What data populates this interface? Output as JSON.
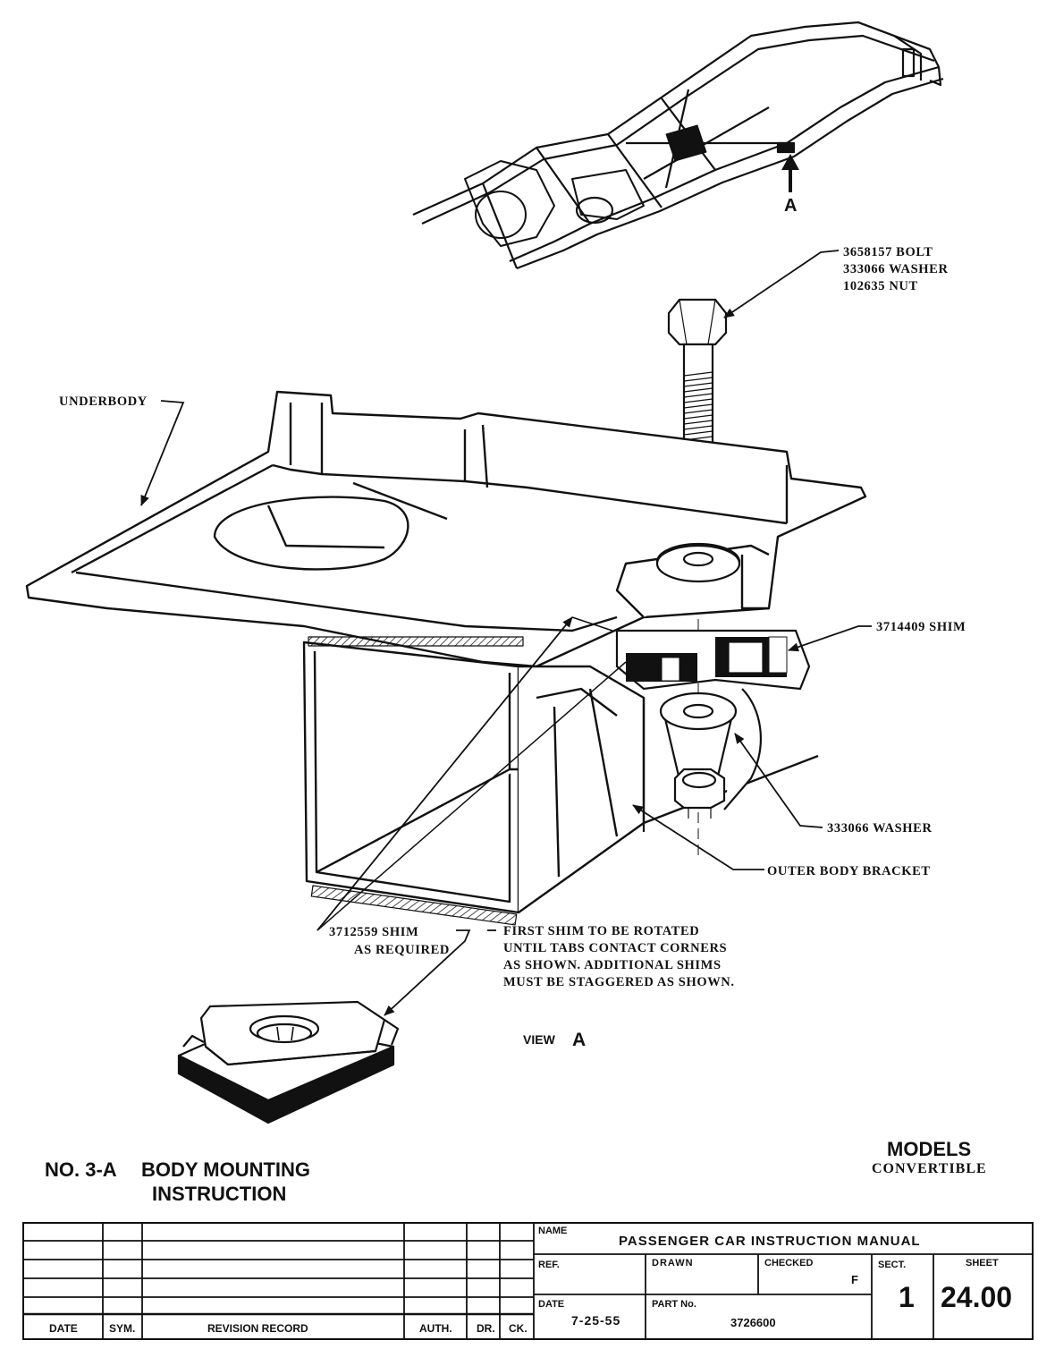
{
  "labels": {
    "view_arrow": "A",
    "bolt": "3658157 BOLT",
    "washer_top": "333066 WASHER",
    "nut": "102635 NUT",
    "underbody": "UNDERBODY",
    "shim": "3714409 SHIM",
    "washer_bottom": "333066 WASHER",
    "outer_bracket": "OUTER BODY BRACKET",
    "shim2_line1": "3712559 SHIM",
    "shim2_line2": "AS REQUIRED",
    "note_line1": "FIRST SHIM TO BE ROTATED",
    "note_line2": "UNTIL TABS CONTACT CORNERS",
    "note_line3": "AS SHOWN.  ADDITIONAL SHIMS",
    "note_line4": "MUST BE STAGGERED AS SHOWN.",
    "view_text": "VIEW",
    "view_letter": "A"
  },
  "heading": {
    "number": "NO. 3-A",
    "line1": "BODY MOUNTING",
    "line2": "INSTRUCTION",
    "models_title": "MODELS",
    "models_value": "CONVERTIBLE"
  },
  "title_block": {
    "name_label": "NAME",
    "name_value": "PASSENGER CAR INSTRUCTION MANUAL",
    "ref_label": "REF.",
    "drawn_label": "DRAWN",
    "checked_label": "CHECKED",
    "checked_value": "F",
    "sect_label": "SECT.",
    "sect_value": "1",
    "sheet_label": "SHEET",
    "sheet_value": "24.00",
    "date_label": "DATE",
    "date_value": "7-25-55",
    "part_label": "PART No.",
    "part_value": "3726600",
    "rev_headers": {
      "date": "DATE",
      "sym": "SYM.",
      "record": "REVISION RECORD",
      "auth": "AUTH.",
      "dr": "DR.",
      "ck": "CK."
    }
  }
}
